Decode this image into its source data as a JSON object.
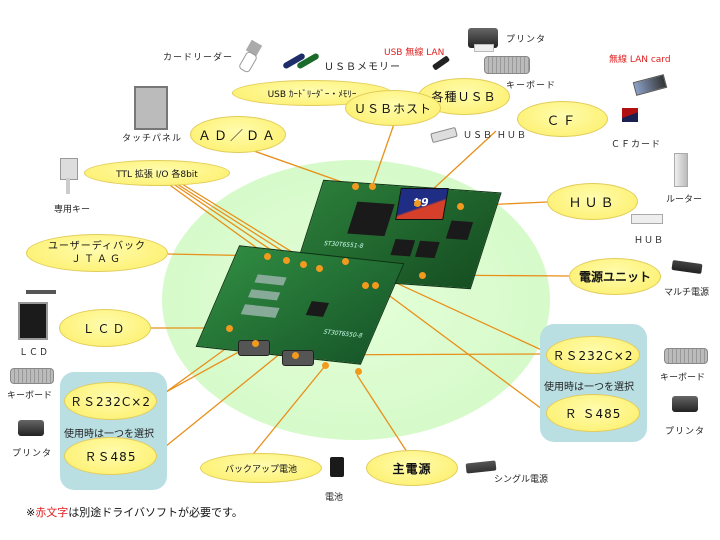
{
  "bubbles": {
    "usb_card_reader_memory": "USB ｶｰﾄﾞﾘｰﾀﾞｰ・ﾒﾓﾘｰ",
    "usb_host": "ＵＳＢホスト",
    "various_usb": "各種ＵＳＢ",
    "ad_da": "ＡＤ／ＤＡ",
    "cf": "ＣＦ",
    "ttl_io": "TTL 拡張 I/O 各8bit",
    "hub": "ＨＵＢ",
    "user_debug_line1": "ユーザーディバック",
    "user_debug_line2": "ＪＴＡＧ",
    "power_unit": "電源ユニット",
    "lcd": "ＬＣＤ",
    "rs232c_right": "ＲＳ232C×2",
    "rs485_right": "Ｒ Ｓ485",
    "rs232c_left": "ＲＳ232C×2",
    "rs485_left": "ＲＳ485",
    "backup_battery": "バックアップ電池",
    "main_power": "主電源"
  },
  "panels": {
    "select_one_right": "使用時は一つを選択",
    "select_one_left": "使用時は一つを選択"
  },
  "devices": {
    "card_reader": "カードリーダー",
    "usb_memory": "ＵＳＢメモリー",
    "usb_wireless_lan": "USB 無線 LAN",
    "printer_top": "プリンタ",
    "keyboard_top": "キーボード",
    "wireless_lan_card": "無線 LAN card",
    "touch_panel": "タッチパネル",
    "usb_hub": "ＵＳＢ ＨＵＢ",
    "cf_card": "ＣＦカード",
    "dedicated_key": "専用キー",
    "router": "ルーター",
    "hub": "ＨＵＢ",
    "multi_power": "マルチ電源",
    "lcd": "ＬＣＤ",
    "keyboard_left": "キーボード",
    "printer_left": "プリンタ",
    "keyboard_right": "キーボード",
    "printer_right": "プリンタ",
    "battery": "電池",
    "single_power": "シングル電源"
  },
  "board_labels": {
    "cf_capacity": "64",
    "top_board_model": "ST30T6551-8",
    "bottom_board_model": "ST30T6550-8"
  },
  "footnote": {
    "prefix": "※",
    "red_part": "赤文字",
    "suffix": "は別途ドライバソフトが必要です。"
  },
  "colors": {
    "bubble": "#fdf27a",
    "connector_line": "#e8901a",
    "background_ellipse": "#d4fbc8",
    "panel": "#b9dfe3",
    "red_text": "#e02020",
    "board_green": "#1f6b2c"
  }
}
